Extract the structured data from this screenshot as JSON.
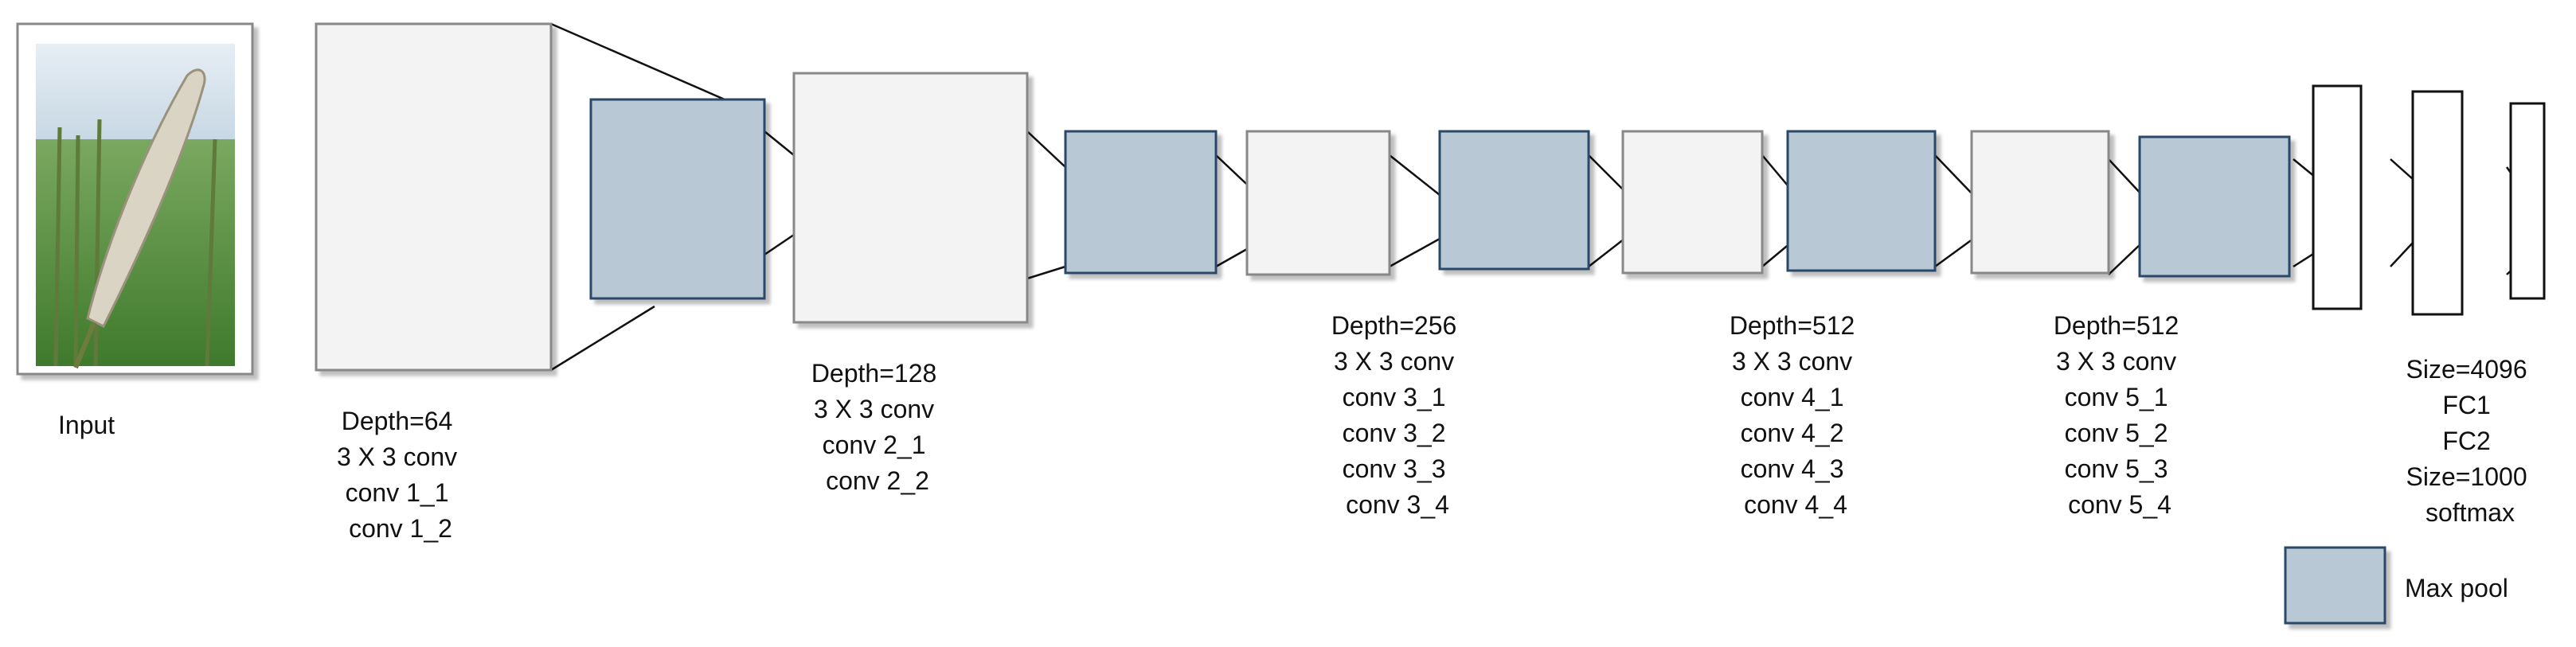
{
  "input": {
    "label": "Input"
  },
  "blocks": [
    {
      "lines": [
        "Depth=64",
        "3 X 3 conv",
        "conv 1_1",
        "conv 1_2"
      ]
    },
    {
      "lines": [
        "Depth=128",
        "3 X 3 conv",
        "conv 2_1",
        "conv 2_2"
      ]
    },
    {
      "lines": [
        "Depth=256",
        "3 X 3 conv",
        "conv 3_1",
        "conv 3_2",
        "conv 3_3",
        "conv 3_4"
      ]
    },
    {
      "lines": [
        "Depth=512",
        "3 X 3 conv",
        "conv 4_1",
        "conv 4_2",
        "conv 4_3",
        "conv 4_4"
      ]
    },
    {
      "lines": [
        "Depth=512",
        "3 X 3 conv",
        "conv 5_1",
        "conv 5_2",
        "conv 5_3",
        "conv 5_4"
      ]
    },
    {
      "lines": [
        "Size=4096",
        "FC1",
        "FC2",
        "Size=1000",
        "softmax"
      ]
    }
  ],
  "legend": {
    "label": "Max pool"
  },
  "colors": {
    "conv_fill": "#f3f3f3",
    "conv_stroke": "#888888",
    "pool_fill": "#b8c8d4",
    "pool_stroke": "#2a4a6a",
    "fc_fill": "#ffffff",
    "fc_stroke": "#111111",
    "line": "#111111",
    "sky": "#d6e4ee",
    "grass": "#4a8a36"
  }
}
